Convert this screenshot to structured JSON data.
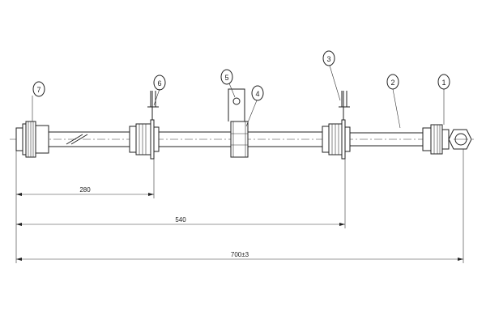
{
  "callouts": [
    "1",
    "2",
    "3",
    "4",
    "5",
    "6",
    "7"
  ],
  "dimensions": {
    "d280": "280",
    "d540": "540",
    "d700": "700±3"
  },
  "colors": {
    "line": "#222222",
    "background": "#ffffff"
  }
}
